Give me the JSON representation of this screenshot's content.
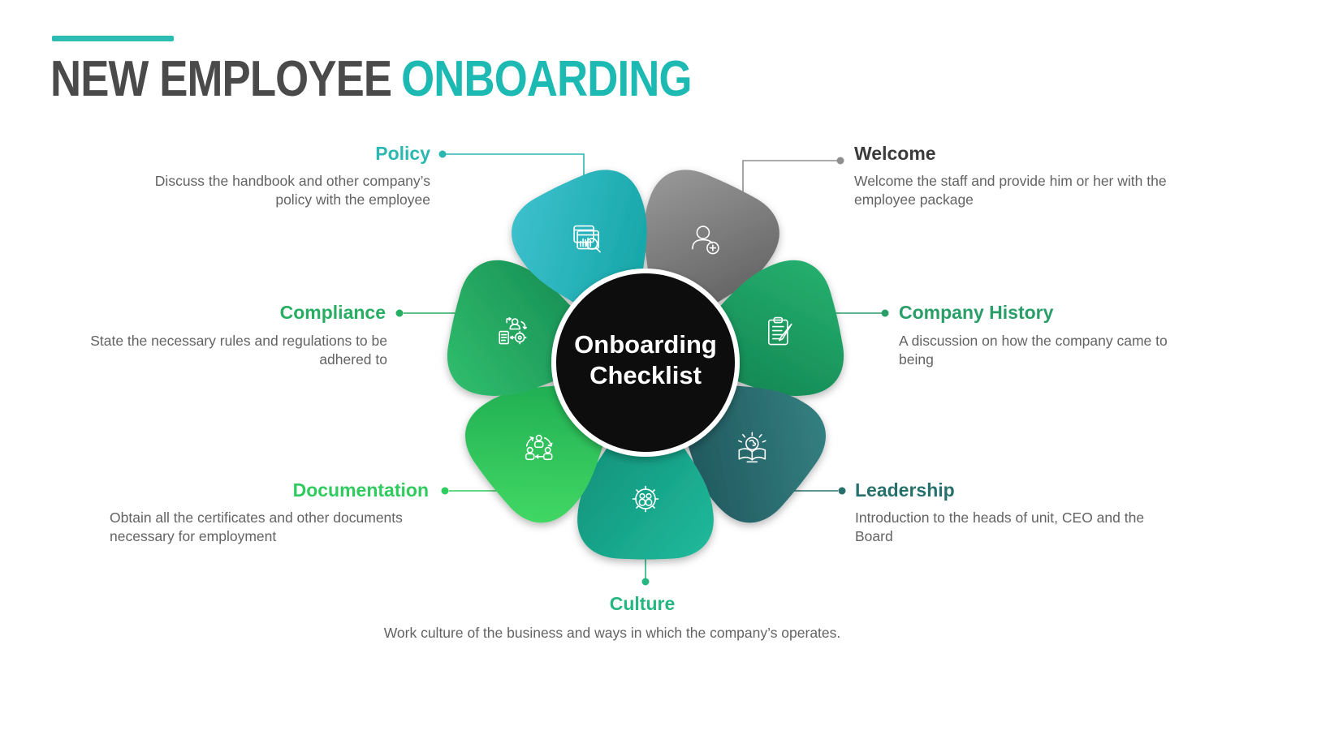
{
  "title": {
    "part1": "NEW EMPLOYEE",
    "part2": "ONBOARDING",
    "part1_color": "#4a4a4a",
    "part2_color": "#1db9b3",
    "accent_bar_color": "#2cbcb1"
  },
  "center": {
    "line1": "Onboarding",
    "line2": "Checklist",
    "bg_color": "#070707",
    "text_color": "#ffffff"
  },
  "description_color": "#636363",
  "segments": [
    {
      "id": "welcome",
      "label": "Welcome",
      "description": "Welcome the staff and provide him or her with the employee package",
      "label_color": "#3b3b3b",
      "connector_color": "#8f8f8f",
      "petal_colors": [
        "#9b9b9b",
        "#545454"
      ],
      "icon": "add-user-icon"
    },
    {
      "id": "company_history",
      "label": "Company History",
      "description": "A discussion on how the company came to being",
      "label_color": "#2a9e68",
      "connector_color": "#2a9e68",
      "petal_colors": [
        "#27b271",
        "#0e7c4b"
      ],
      "icon": "clipboard-pencil-icon"
    },
    {
      "id": "leadership",
      "label": "Leadership",
      "description": "Introduction to the heads of unit, CEO and the Board",
      "label_color": "#27716d",
      "connector_color": "#27716d",
      "petal_colors": [
        "#358384",
        "#1b4b52"
      ],
      "icon": "book-brain-icon"
    },
    {
      "id": "culture",
      "label": "Culture",
      "description": "Work culture of the business and ways in which the company’s operates.",
      "label_color": "#25b681",
      "connector_color": "#25b681",
      "petal_colors": [
        "#22bb9c",
        "#0b8a73"
      ],
      "icon": "gear-people-icon"
    },
    {
      "id": "documentation",
      "label": "Documentation",
      "description": "Obtain all the certificates and other documents necessary for employment",
      "label_color": "#2fcb5f",
      "connector_color": "#2fcb5f",
      "petal_colors": [
        "#45dc66",
        "#15a04d"
      ],
      "icon": "people-network-icon"
    },
    {
      "id": "compliance",
      "label": "Compliance",
      "description": "State the necessary rules and regulations to be adhered to",
      "label_color": "#27ae63",
      "connector_color": "#27ae63",
      "petal_colors": [
        "#31c06e",
        "#13854f"
      ],
      "icon": "person-process-gear-icon"
    },
    {
      "id": "policy",
      "label": "Policy",
      "description": "Discuss the handbook and other company’s policy with the employee",
      "label_color": "#2bb8b0",
      "connector_color": "#2bb8b0",
      "petal_colors": [
        "#40c3d0",
        "#089d9b"
      ],
      "icon": "analytics-search-icon"
    }
  ]
}
